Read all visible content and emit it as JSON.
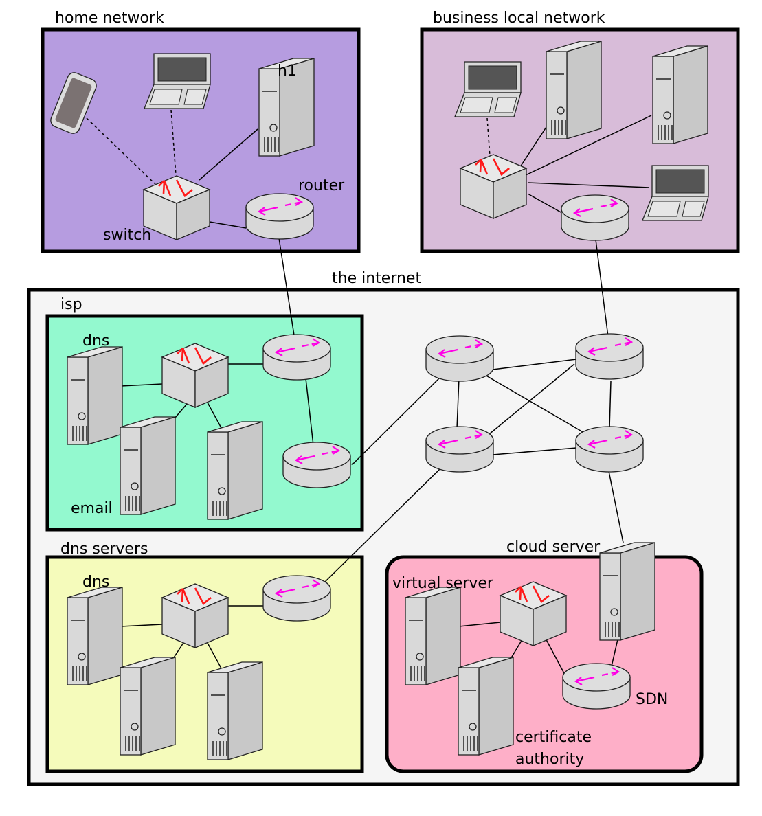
{
  "regions": {
    "home": {
      "title": "home network",
      "color": "#b69ce0"
    },
    "business": {
      "title": "business local network",
      "color": "#d8bcd9"
    },
    "internet": {
      "title": "the internet",
      "color": "#f5f5f5"
    },
    "isp": {
      "title": "isp",
      "color": "#93f9cf"
    },
    "dns_servers": {
      "title": "dns servers",
      "color": "#f5fbbb"
    },
    "cloud": {
      "title": "cloud server",
      "color": "#feafc8"
    }
  },
  "labels": {
    "h1": "h1",
    "router": "router",
    "switch": "switch",
    "isp_dns": "dns",
    "isp_email": "email",
    "dns_dns": "dns",
    "virtual_server": "virtual server",
    "certificate_authority_1": "certificate",
    "certificate_authority_2": "authority",
    "sdn": "SDN"
  },
  "colors": {
    "device_fill": "#d9d9d9",
    "device_stroke": "#222222",
    "screen": "#555555",
    "switch_arrows": "#ff1a1a",
    "router_arrows": "#ff00e6"
  }
}
